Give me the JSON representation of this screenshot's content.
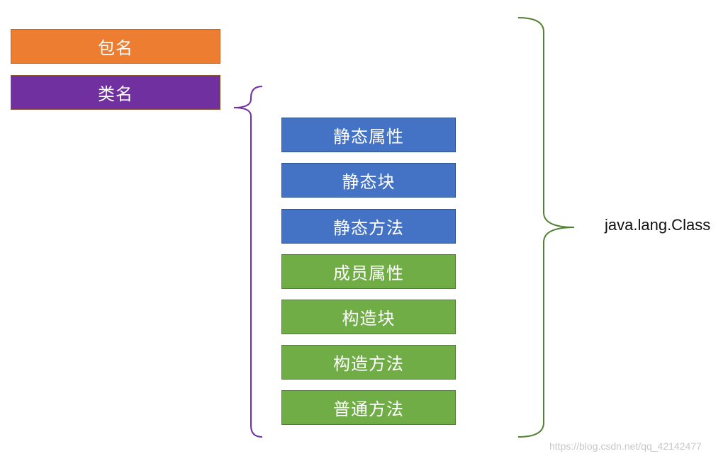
{
  "header_boxes": {
    "package_name": "包名",
    "class_name": "类名"
  },
  "members": [
    {
      "label": "静态属性",
      "kind": "static"
    },
    {
      "label": "静态块",
      "kind": "static"
    },
    {
      "label": "静态方法",
      "kind": "static"
    },
    {
      "label": "成员属性",
      "kind": "instance"
    },
    {
      "label": "构造块",
      "kind": "instance"
    },
    {
      "label": "构造方法",
      "kind": "instance"
    },
    {
      "label": "普通方法",
      "kind": "instance"
    }
  ],
  "outer_label": "java.lang.Class",
  "watermark": "https://blog.csdn.net/qq_42142477",
  "colors": {
    "package": "#ED7D31",
    "class": "#7030A0",
    "static": "#4472C4",
    "instance": "#70AD47",
    "inner_brace": "#7030A0",
    "outer_brace": "#548235"
  }
}
